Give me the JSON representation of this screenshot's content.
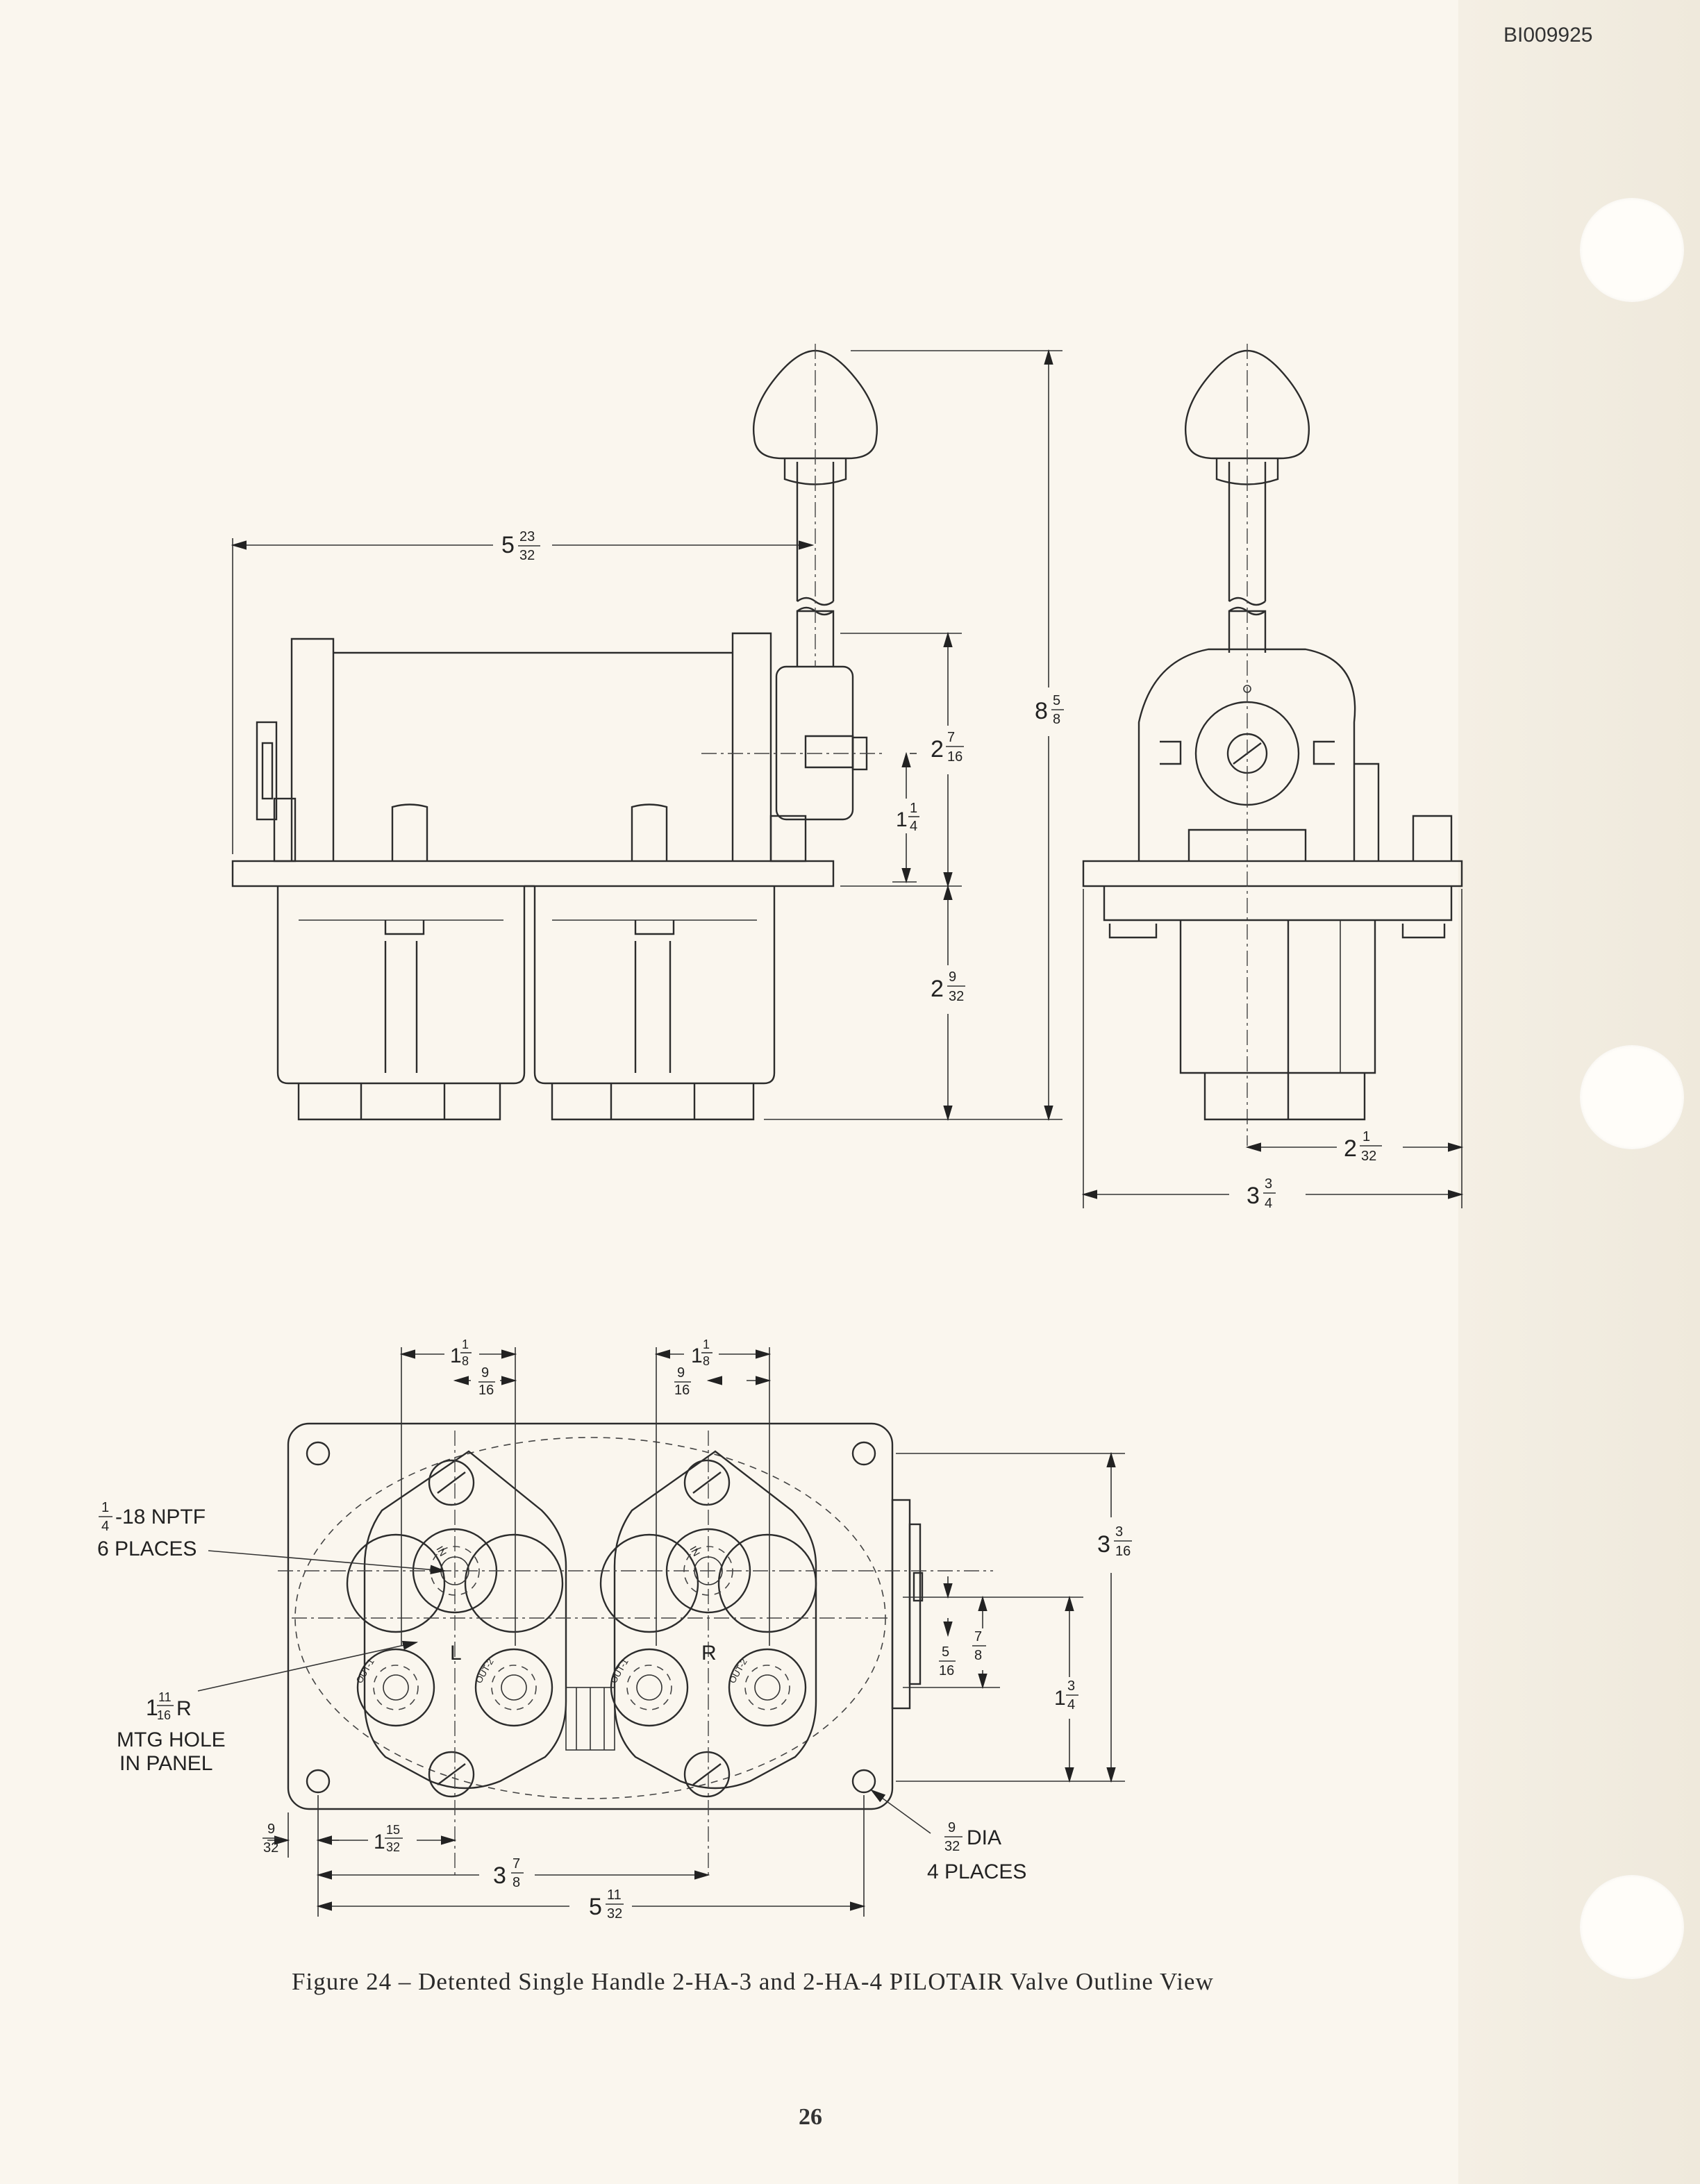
{
  "document_id": "BI009925",
  "page_number": "26",
  "caption": "Figure 24 – Detented Single Handle 2-HA-3 and 2-HA-4 PILOTAIR Valve Outline View",
  "dimensions": {
    "overall_width_side": {
      "whole": "5",
      "num": "23",
      "den": "32"
    },
    "overall_height": {
      "whole": "8",
      "num": "5",
      "den": "8"
    },
    "upper_section": {
      "whole": "2",
      "num": "7",
      "den": "16"
    },
    "pivot_height": {
      "whole": "1",
      "num": "1",
      "den": "4"
    },
    "lower_section": {
      "whole": "2",
      "num": "9",
      "den": "32"
    },
    "end_half_width": {
      "whole": "2",
      "num": "1",
      "den": "32"
    },
    "end_width": {
      "whole": "3",
      "num": "3",
      "den": "4"
    },
    "port_spacing_left": {
      "whole": "1",
      "num": "1",
      "den": "8"
    },
    "port_offset_left": {
      "whole": "",
      "num": "9",
      "den": "16"
    },
    "port_spacing_right": {
      "whole": "1",
      "num": "1",
      "den": "8"
    },
    "port_offset_right": {
      "whole": "",
      "num": "9",
      "den": "16"
    },
    "mount_height": {
      "whole": "3",
      "num": "3",
      "den": "16"
    },
    "port_vertical": {
      "whole": "",
      "num": "7",
      "den": "8"
    },
    "port_vertical_offset": {
      "whole": "",
      "num": "5",
      "den": "16"
    },
    "hole_spacing_vertical": {
      "whole": "1",
      "num": "3",
      "den": "4"
    },
    "edge_offset": {
      "whole": "",
      "num": "9",
      "den": "32"
    },
    "first_port_x": {
      "whole": "1",
      "num": "15",
      "den": "32"
    },
    "center_distance": {
      "whole": "3",
      "num": "7",
      "den": "8"
    },
    "hole_spacing_horizontal": {
      "whole": "5",
      "num": "11",
      "den": "32"
    }
  },
  "notes": {
    "thread_spec": {
      "frac_num": "1",
      "frac_den": "4",
      "text": "-18 NPTF"
    },
    "thread_places": "6 PLACES",
    "mtg_radius": {
      "whole": "1",
      "num": "11",
      "den": "16",
      "suffix": "R"
    },
    "mtg_line1": "MTG HOLE",
    "mtg_line2": "IN PANEL",
    "dia_spec": {
      "frac_num": "9",
      "frac_den": "32",
      "text": "DIA"
    },
    "dia_places": "4 PLACES"
  },
  "port_labels": {
    "left": "L",
    "right": "R",
    "in": "IN",
    "out1": "OUT-1",
    "out2": "OUT-2"
  }
}
